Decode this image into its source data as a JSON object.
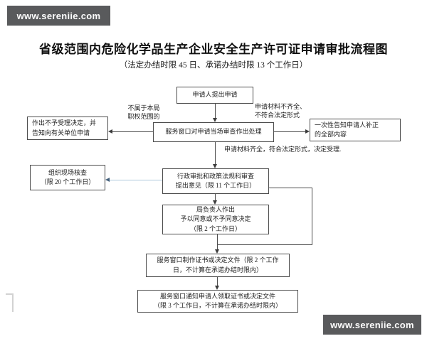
{
  "watermarks": {
    "top_left": "www.sereniie.com",
    "bottom_right": "www.sereniie.com"
  },
  "header": {
    "title": "省级范围内危险化学品生产企业安全生产许可证申请审批流程图",
    "subtitle": "（法定办结时限 45 日、承诺办结时限 13 个工作日）"
  },
  "flow": {
    "boxes": [
      {
        "id": "apply",
        "text": "申请人提出申请"
      },
      {
        "id": "window-review",
        "text": "服务窗口对申请当场审查作出处理"
      },
      {
        "id": "reject",
        "text": "作出不予受理决定，并\n告知向有关单位申请"
      },
      {
        "id": "notify-correction",
        "text": "一次性告知申请人补正\n的全部内容"
      },
      {
        "id": "dept-review",
        "text": "行政审批和政策法规科审查\n提出意见（限 11 个工作日）"
      },
      {
        "id": "onsite-check",
        "text": "组织现场核查\n（限 20 个工作日）"
      },
      {
        "id": "leader-decision",
        "text": "局负责人作出\n予以同意或不予同意决定\n（限 2 个工作日）"
      },
      {
        "id": "issue-document",
        "text": "服务窗口制作证书或决定文件（限 2 个工作\n日，不计算在承诺办结时限内）"
      },
      {
        "id": "notify-collect",
        "text": "服务窗口通知申请人领取证书或决定文件\n（限 3 个工作日，不计算在承诺办结时限内）"
      }
    ],
    "annotations": [
      {
        "id": "out-of-scope",
        "text": "不属于本局\n职权范围的"
      },
      {
        "id": "materials-incomplete",
        "text": "申请材料不齐全、\n不符合法定形式"
      },
      {
        "id": "materials-complete",
        "text": "申请材料齐全，符合法定形式，决定受理."
      }
    ],
    "colors": {
      "box_border": "#4d4d4d",
      "connector": "#4d4d4d",
      "onsite_link_blue": "#aec8dc",
      "watermark_bg": "#595a5c"
    }
  }
}
